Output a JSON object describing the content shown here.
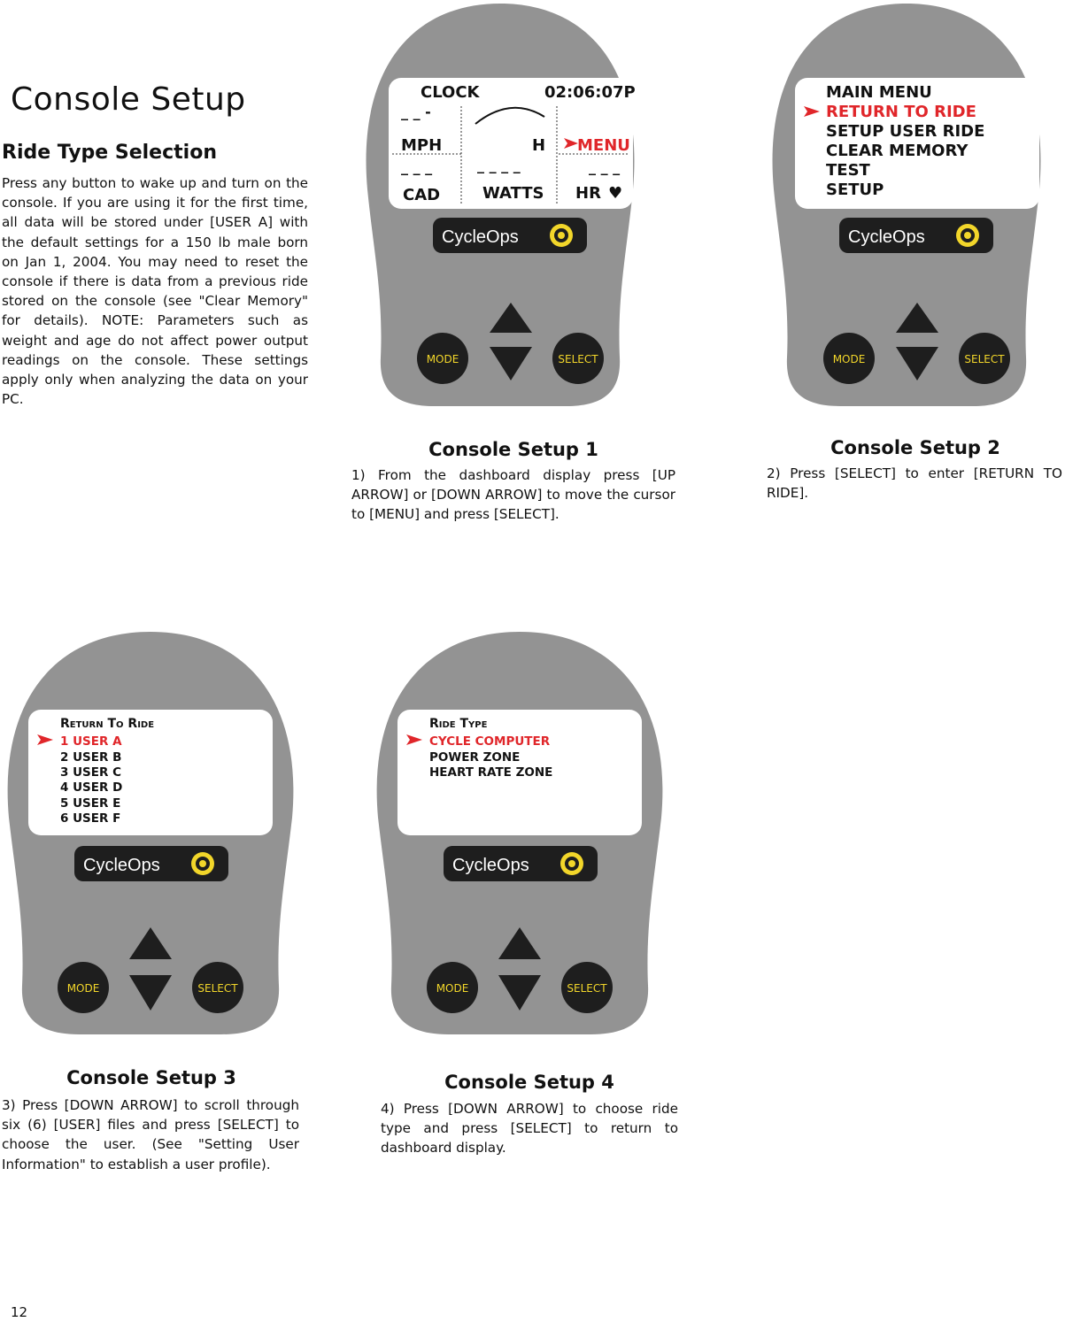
{
  "page_title": "Console Setup",
  "section_title": "Ride Type Selection",
  "intro_text": "Press any button to wake up and turn on the console. If you are using it for the first time, all data will be stored under [USER A] with the default settings for a 150 lb male born on Jan 1, 2004. You may need to reset the console if there is data from a previous ride stored on the console (see \"Clear Memory\" for details). NOTE: Parameters such as weight and age do not affect power output readings on the console. These settings apply only when analyzing the data on your PC.",
  "brand": "CycleOps",
  "buttons": {
    "mode": "MODE",
    "select": "SELECT"
  },
  "colors": {
    "device_gray": "#939393",
    "screen_bg": "#ffffff",
    "highlight_red": "#e0262a",
    "button_text": "#f2d62a",
    "button_bg": "#1e1e1e"
  },
  "screen1": {
    "clock_label": "CLOCK",
    "clock_value": "02:06:07P",
    "mph_label": "MPH",
    "h_label": "H",
    "menu_label": "MENU",
    "cad_label": "CAD",
    "watts_label": "WATTS",
    "hr_label": "HR",
    "heart_icon": "♥",
    "dash_top": "_ _  -",
    "dash_left": "_ _ _",
    "dash_mid": "_ _ _ _",
    "dash_right": "_ _ _"
  },
  "screen2": {
    "items": [
      "MAIN MENU",
      "RETURN TO RIDE",
      "SETUP USER RIDE",
      "CLEAR MEMORY",
      "TEST",
      "SETUP"
    ]
  },
  "screen3": {
    "title": "Return To Ride",
    "items": [
      "1 USER A",
      "2 USER B",
      "3 USER C",
      "4 USER D",
      "5 USER E",
      "6 USER F"
    ]
  },
  "screen4": {
    "title": "Ride Type",
    "items": [
      "CYCLE COMPUTER",
      "POWER ZONE",
      "HEART RATE ZONE"
    ]
  },
  "captions": [
    {
      "title": "Console Setup 1",
      "text": "1) From the dashboard display press [UP ARROW] or [DOWN ARROW] to move the cursor to [MENU] and press [SELECT]."
    },
    {
      "title": "Console Setup 2",
      "text": "2) Press [SELECT] to enter [RETURN TO RIDE]."
    },
    {
      "title": "Console Setup 3",
      "text": "3) Press [DOWN ARROW] to scroll through six (6) [USER] files and press [SELECT] to choose the user. (See \"Setting User Information\" to establish a user profile)."
    },
    {
      "title": "Console Setup 4",
      "text": "4) Press [DOWN ARROW] to choose ride type and press [SELECT] to return to dashboard display."
    }
  ],
  "page_number": "12"
}
